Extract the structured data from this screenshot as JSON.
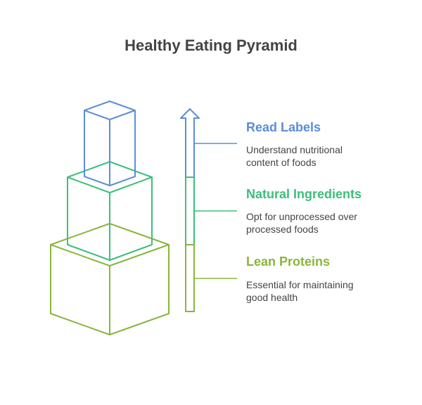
{
  "title": "Healthy Eating Pyramid",
  "tiers": [
    {
      "key": "top",
      "title": "Read Labels",
      "desc_lines": [
        "Understand nutritional",
        "content of foods"
      ],
      "color": "#5b8dd9"
    },
    {
      "key": "middle",
      "title": "Natural Ingredients",
      "desc_lines": [
        "Opt for unprocessed over",
        "processed foods"
      ],
      "color": "#3cbf7b"
    },
    {
      "key": "bottom",
      "title": "Lean Proteins",
      "desc_lines": [
        "Essential for maintaining",
        "good health"
      ],
      "color": "#8ab53c"
    }
  ]
}
